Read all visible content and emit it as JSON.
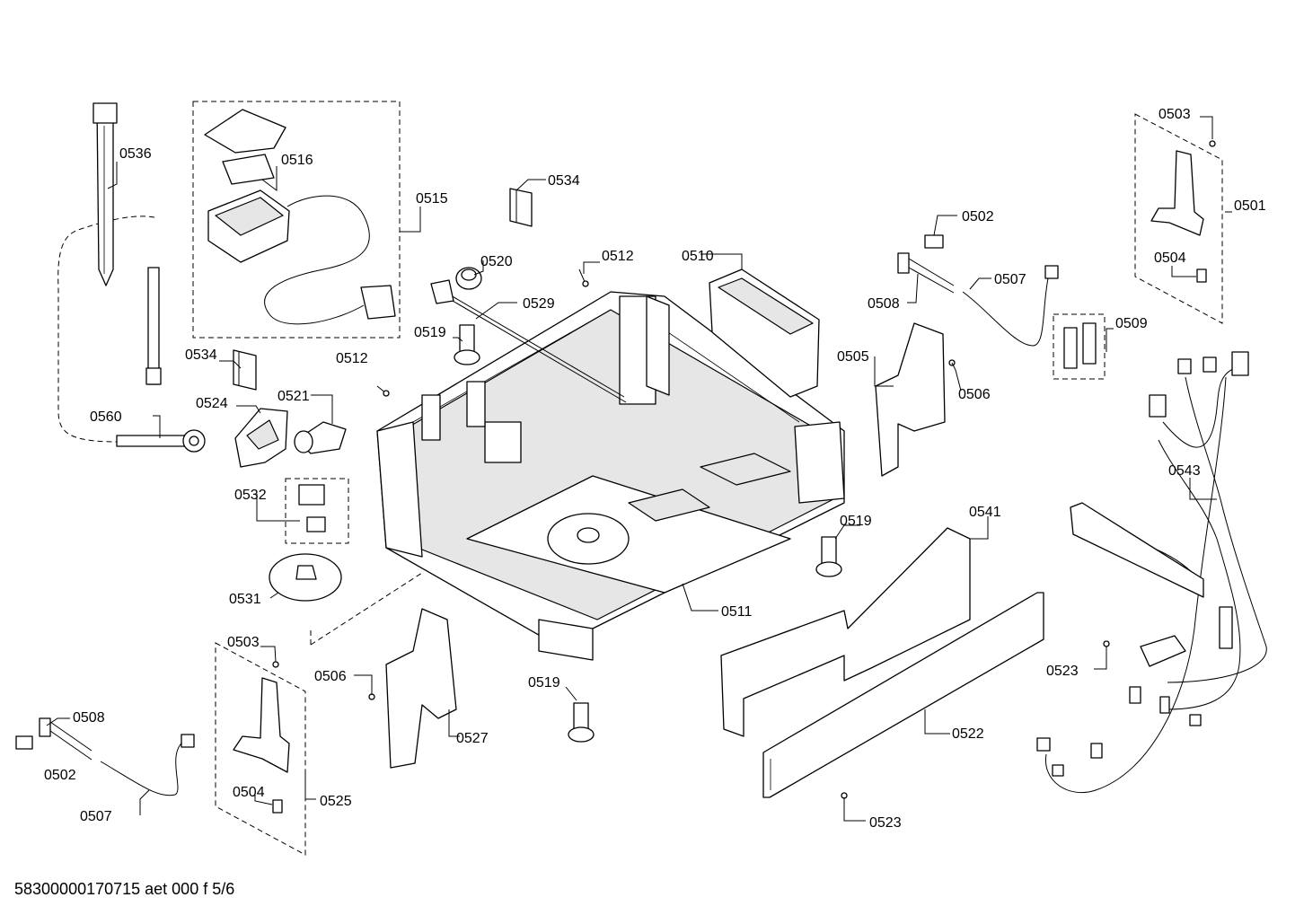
{
  "footer_code": "58300000170715 aet 000 f 5/6",
  "labels": [
    "0536",
    "0516",
    "0515",
    "0534",
    "0534",
    "0520",
    "0512",
    "0512",
    "0529",
    "0519",
    "0519",
    "0519",
    "0524",
    "0521",
    "0560",
    "0532",
    "0531",
    "0510",
    "0502",
    "0502",
    "0508",
    "0508",
    "0507",
    "0507",
    "0505",
    "0506",
    "0506",
    "0503",
    "0503",
    "0504",
    "0504",
    "0501",
    "0509",
    "0543",
    "0541",
    "0511",
    "0522",
    "0523",
    "0523",
    "0527",
    "0525"
  ]
}
